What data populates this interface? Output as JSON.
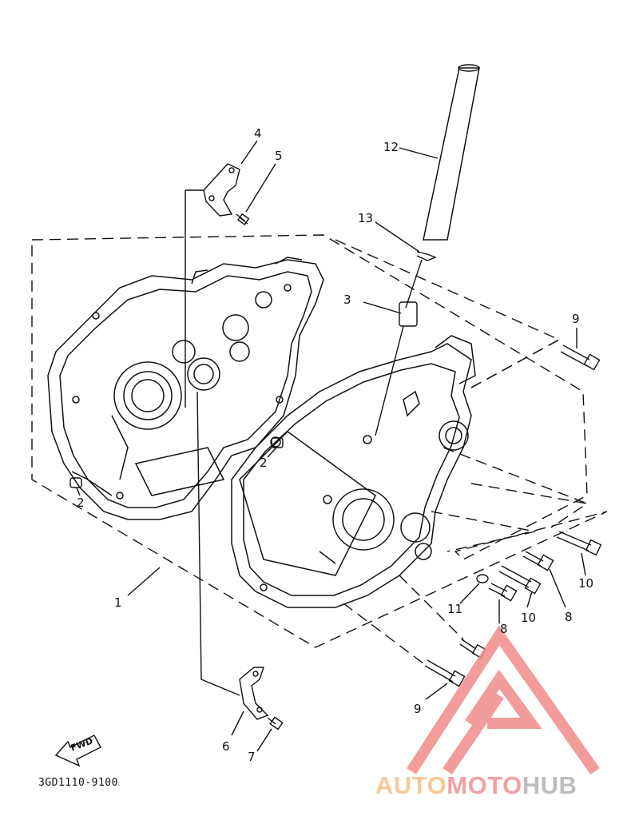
{
  "diagram": {
    "part_number": "3GD1110-9100",
    "fwd_label": "FWD",
    "callouts": [
      {
        "id": "c1",
        "text": "1"
      },
      {
        "id": "c2a",
        "text": "2"
      },
      {
        "id": "c2b",
        "text": "2"
      },
      {
        "id": "c3",
        "text": "3"
      },
      {
        "id": "c4",
        "text": "4"
      },
      {
        "id": "c5",
        "text": "5"
      },
      {
        "id": "c6",
        "text": "6"
      },
      {
        "id": "c7",
        "text": "7"
      },
      {
        "id": "c8a",
        "text": "8"
      },
      {
        "id": "c8b",
        "text": "8"
      },
      {
        "id": "c9a",
        "text": "9"
      },
      {
        "id": "c9b",
        "text": "9"
      },
      {
        "id": "c10a",
        "text": "10"
      },
      {
        "id": "c10b",
        "text": "10"
      },
      {
        "id": "c11",
        "text": "11"
      },
      {
        "id": "c12",
        "text": "12"
      },
      {
        "id": "c13",
        "text": "13"
      }
    ]
  },
  "watermark": {
    "part1": "AUTO",
    "part2": "MOTO",
    "part3": "HUB",
    "colors": {
      "auto": "#f6c99a",
      "moto": "#f2a0a0",
      "hub": "#bdbdbd",
      "logo": "#f28b8b"
    }
  }
}
